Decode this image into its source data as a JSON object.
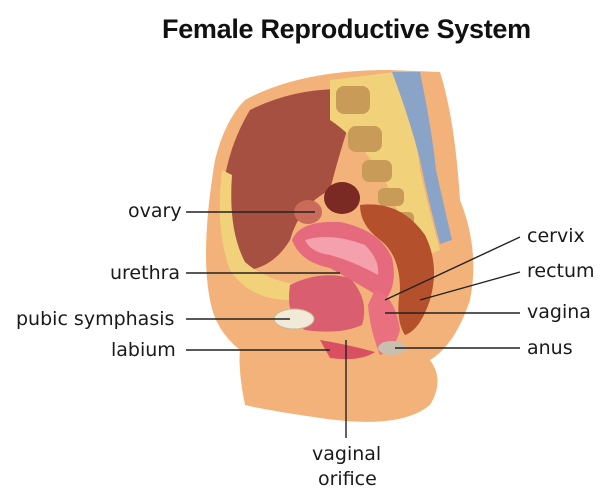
{
  "title": "Female Reproductive System",
  "labels": {
    "ovary": "ovary",
    "urethra": "urethra",
    "pubic_symphasis": "pubic symphasis",
    "labium": "labium",
    "cervix": "cervix",
    "rectum": "rectum",
    "vagina": "vagina",
    "anus": "anus",
    "vaginal_orifice_line1": "vaginal",
    "vaginal_orifice_line2": "orifice"
  },
  "colors": {
    "skin": "#f3b27a",
    "skin_light": "#f8c897",
    "abdominal_cavity": "#a55040",
    "bone_yellow": "#f1d27a",
    "bone_spongy": "#c99b58",
    "uterus_pink": "#e56a7d",
    "uterus_light": "#f4a1ad",
    "rectum_brown": "#b4502c",
    "spine_blue": "#8aa4c8",
    "leader_line": "#222222"
  }
}
